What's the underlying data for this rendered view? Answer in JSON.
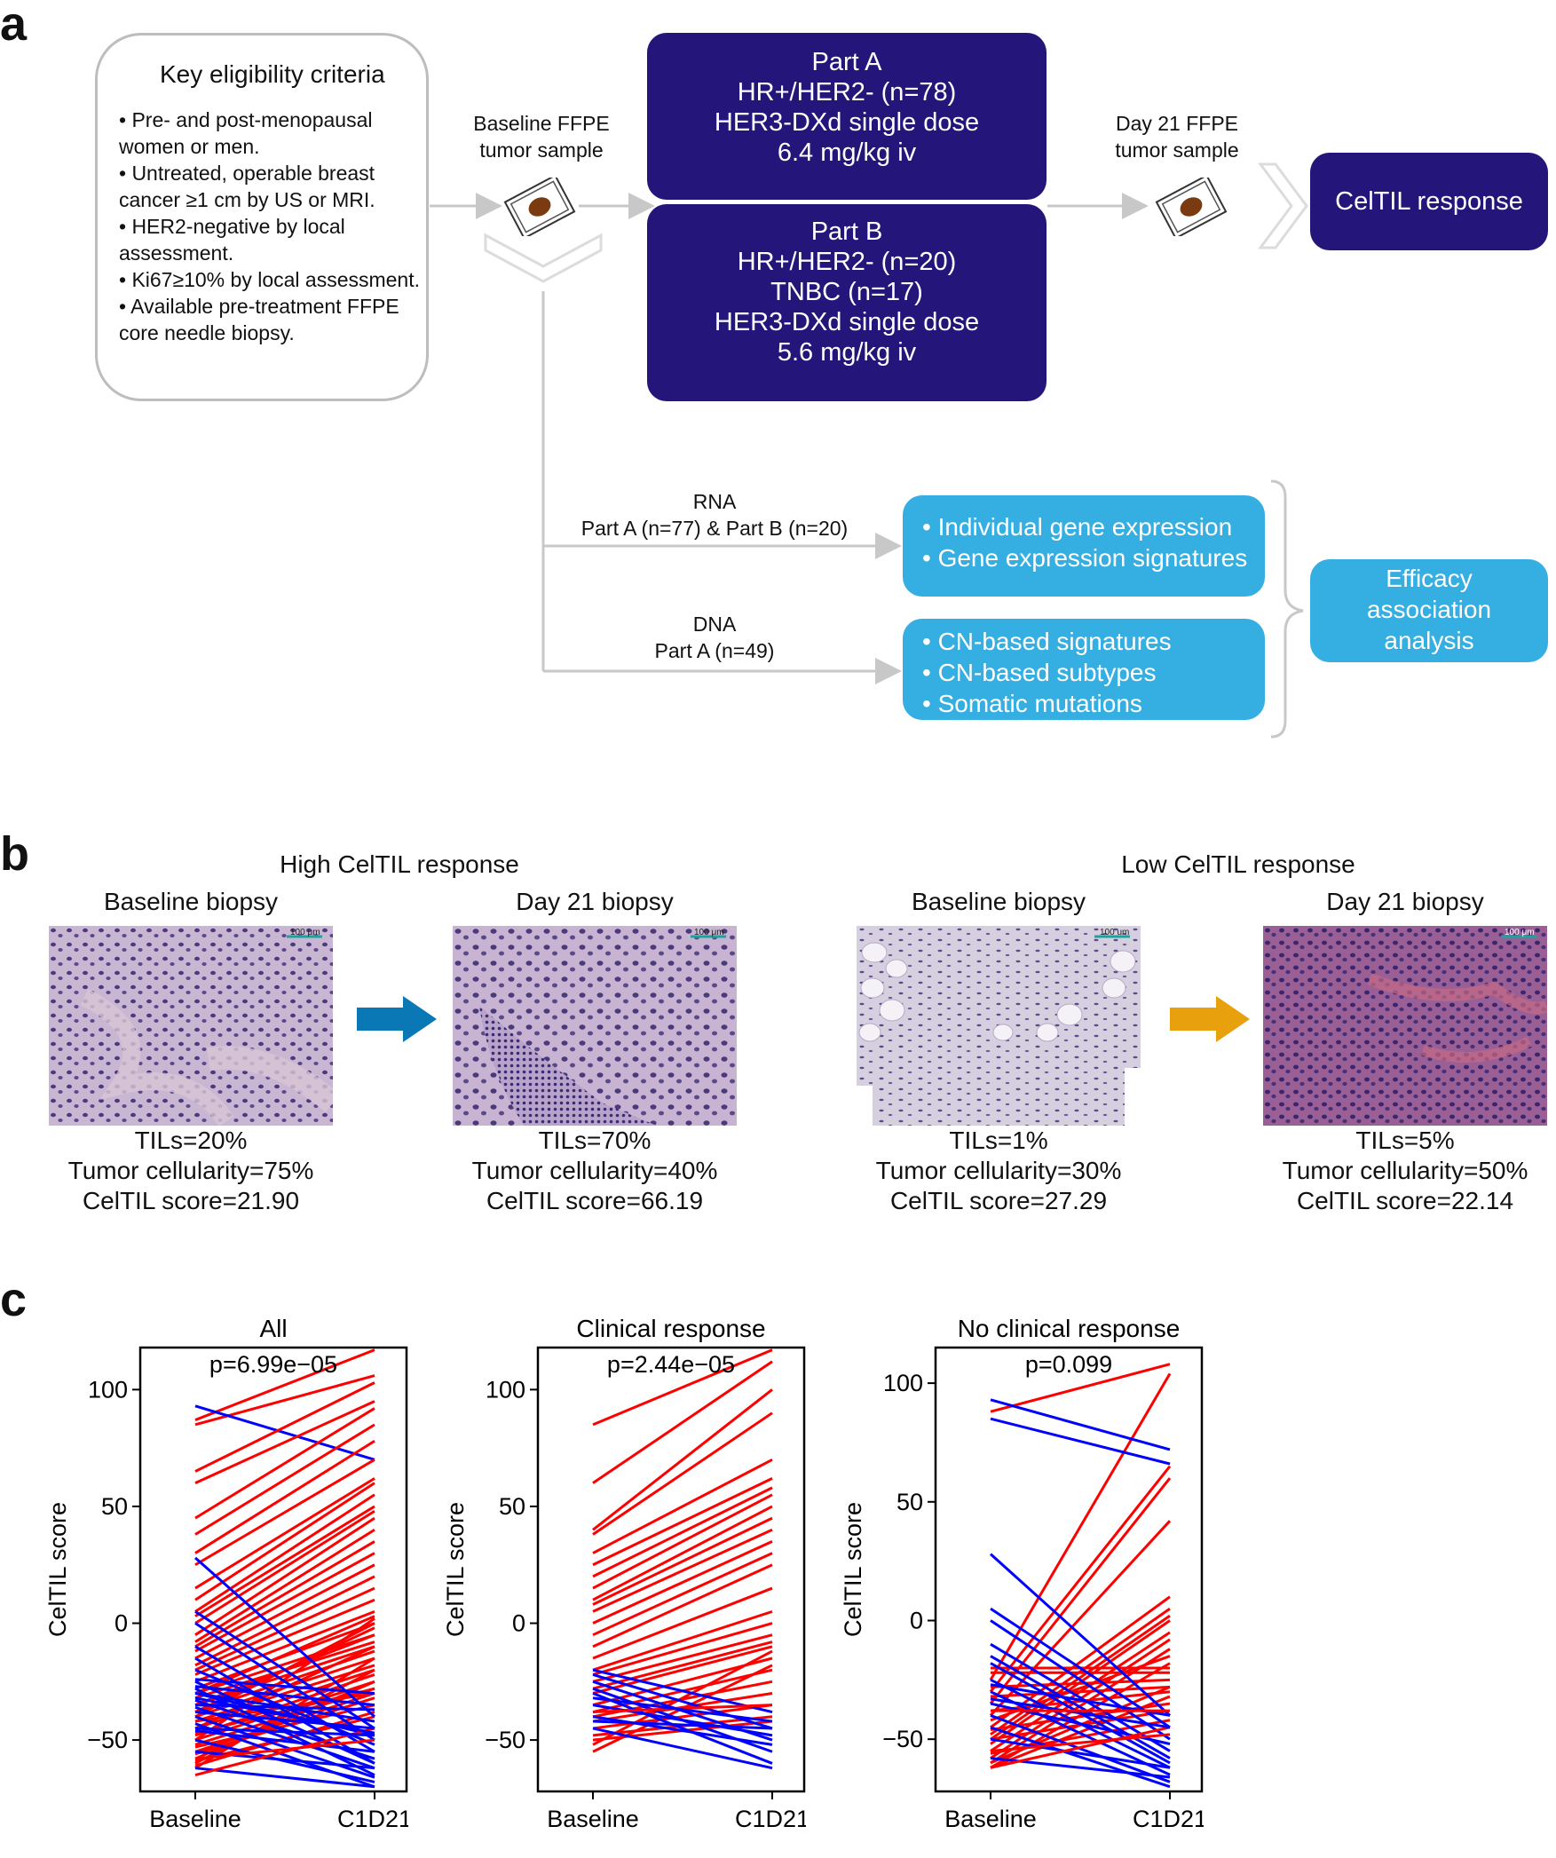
{
  "panel_labels": {
    "a": "a",
    "b": "b",
    "c": "c"
  },
  "panel_a": {
    "eligibility": {
      "title": "Key eligibility criteria",
      "items": [
        "• Pre- and post-menopausal women or men.",
        "• Untreated, operable breast cancer ≥1 cm by US or MRI.",
        "• HER2-negative by local assessment.",
        "• Ki67≥10% by local assessment.",
        "• Available pre-treatment FFPE core needle biopsy."
      ]
    },
    "baseline_sample": {
      "line1": "Baseline FFPE",
      "line2": "tumor sample"
    },
    "part_a": [
      "Part A",
      "HR+/HER2- (n=78)",
      "HER3-DXd single dose",
      "6.4 mg/kg iv"
    ],
    "part_b": [
      "Part B",
      "HR+/HER2- (n=20)",
      "TNBC (n=17)",
      "HER3-DXd single dose",
      "5.6 mg/kg iv"
    ],
    "day21_sample": {
      "line1": "Day 21 FFPE",
      "line2": "tumor sample"
    },
    "celtil_response": "CelTIL response",
    "rna": {
      "line1": "RNA",
      "line2": "Part A (n=77) & Part B (n=20)"
    },
    "dna": {
      "line1": "DNA",
      "line2": "Part A (n=49)"
    },
    "rna_box": [
      "• Individual gene expression",
      "• Gene expression signatures"
    ],
    "dna_box": [
      "• CN-based signatures",
      "• CN-based subtypes",
      "• Somatic mutations"
    ],
    "efficacy": [
      "Efficacy",
      "association",
      "analysis"
    ],
    "colors": {
      "navy": "#23157a",
      "light_blue": "#35aee2",
      "arrow_grey": "#c8c8c8"
    }
  },
  "panel_b": {
    "high": {
      "title": "High CelTIL response",
      "arrow_color": "#0a78b5",
      "baseline": {
        "label": "Baseline biopsy",
        "scale": "100 μm",
        "tils": "TILs=20%",
        "cellularity": "Tumor cellularity=75%",
        "score": "CelTIL score=21.90"
      },
      "day21": {
        "label": "Day 21 biopsy",
        "scale": "100 μm",
        "tils": "TILs=70%",
        "cellularity": "Tumor cellularity=40%",
        "score": "CelTIL score=66.19"
      }
    },
    "low": {
      "title": "Low CelTIL response",
      "arrow_color": "#e8a10d",
      "baseline": {
        "label": "Baseline biopsy",
        "scale": "100 um",
        "tils": "TILs=1%",
        "cellularity": "Tumor cellularity=30%",
        "score": "CelTIL score=27.29"
      },
      "day21": {
        "label": "Day 21 biopsy",
        "scale": "100 μm",
        "tils": "TILs=5%",
        "cellularity": "Tumor cellularity=50%",
        "score": "CelTIL score=22.14"
      }
    }
  },
  "chart_data": [
    {
      "type": "line",
      "title": "All",
      "annotation": "p=6.99e−05",
      "ylabel": "CelTIL score",
      "categories": [
        "Baseline",
        "C1D21"
      ],
      "ylim": [
        -72,
        118
      ],
      "yticks": [
        -50,
        0,
        50,
        100
      ],
      "colors": {
        "increase": "#ff0000",
        "decrease": "#0000ff"
      },
      "pairs": [
        [
          87,
          117
        ],
        [
          85,
          106
        ],
        [
          93,
          70
        ],
        [
          65,
          103
        ],
        [
          60,
          95
        ],
        [
          45,
          92
        ],
        [
          38,
          85
        ],
        [
          30,
          78
        ],
        [
          25,
          70
        ],
        [
          15,
          62
        ],
        [
          10,
          60
        ],
        [
          5,
          55
        ],
        [
          3,
          50
        ],
        [
          0,
          48
        ],
        [
          -5,
          45
        ],
        [
          -8,
          40
        ],
        [
          -10,
          35
        ],
        [
          -12,
          30
        ],
        [
          -15,
          25
        ],
        [
          -18,
          20
        ],
        [
          -20,
          15
        ],
        [
          -22,
          10
        ],
        [
          -25,
          5
        ],
        [
          -28,
          0
        ],
        [
          -30,
          -5
        ],
        [
          -32,
          -8
        ],
        [
          -35,
          -10
        ],
        [
          -38,
          -12
        ],
        [
          -40,
          -15
        ],
        [
          -42,
          -18
        ],
        [
          -45,
          -20
        ],
        [
          -48,
          -22
        ],
        [
          -50,
          -25
        ],
        [
          -52,
          -28
        ],
        [
          -55,
          -30
        ],
        [
          -58,
          -25
        ],
        [
          -60,
          -20
        ],
        [
          -62,
          -15
        ],
        [
          -35,
          -5
        ],
        [
          -40,
          0
        ],
        [
          -45,
          -10
        ],
        [
          -50,
          2
        ],
        [
          -30,
          3
        ],
        [
          -38,
          -2
        ],
        [
          -42,
          -30
        ],
        [
          -47,
          -28
        ],
        [
          -53,
          -35
        ],
        [
          -56,
          -32
        ],
        [
          -59,
          -40
        ],
        [
          -61,
          -38
        ],
        [
          28,
          -40
        ],
        [
          5,
          -45
        ],
        [
          0,
          -50
        ],
        [
          -10,
          -55
        ],
        [
          -15,
          -60
        ],
        [
          -20,
          -52
        ],
        [
          -25,
          -60
        ],
        [
          -28,
          -65
        ],
        [
          -30,
          -48
        ],
        [
          -33,
          -58
        ],
        [
          -36,
          -62
        ],
        [
          -40,
          -66
        ],
        [
          -43,
          -70
        ],
        [
          -46,
          -55
        ],
        [
          -50,
          -68
        ],
        [
          -55,
          -62
        ],
        [
          -58,
          -50
        ],
        [
          -62,
          -70
        ],
        [
          -65,
          -45
        ],
        [
          -27,
          -35
        ],
        [
          -24,
          -30
        ],
        [
          -35,
          -37
        ],
        [
          -30,
          -42
        ],
        [
          -45,
          -48
        ],
        [
          -38,
          -45
        ],
        [
          -32,
          -47
        ]
      ]
    },
    {
      "type": "line",
      "title": "Clinical response",
      "annotation": "p=2.44e−05",
      "ylabel": "CelTIL score",
      "categories": [
        "Baseline",
        "C1D21"
      ],
      "ylim": [
        -72,
        118
      ],
      "yticks": [
        -50,
        0,
        50,
        100
      ],
      "colors": {
        "increase": "#ff0000",
        "decrease": "#0000ff"
      },
      "pairs": [
        [
          85,
          117
        ],
        [
          60,
          112
        ],
        [
          40,
          100
        ],
        [
          38,
          90
        ],
        [
          30,
          70
        ],
        [
          25,
          62
        ],
        [
          20,
          58
        ],
        [
          15,
          55
        ],
        [
          10,
          50
        ],
        [
          8,
          45
        ],
        [
          5,
          40
        ],
        [
          0,
          35
        ],
        [
          -5,
          30
        ],
        [
          -10,
          25
        ],
        [
          -15,
          15
        ],
        [
          -20,
          5
        ],
        [
          -22,
          0
        ],
        [
          -25,
          -5
        ],
        [
          -28,
          -8
        ],
        [
          -30,
          -10
        ],
        [
          -35,
          -15
        ],
        [
          -38,
          -20
        ],
        [
          -40,
          -25
        ],
        [
          -42,
          -30
        ],
        [
          -45,
          -35
        ],
        [
          -48,
          -40
        ],
        [
          -50,
          -42
        ],
        [
          -52,
          -12
        ],
        [
          -55,
          -18
        ],
        [
          -20,
          -38
        ],
        [
          -22,
          -45
        ],
        [
          -25,
          -50
        ],
        [
          -28,
          -55
        ],
        [
          -30,
          -60
        ],
        [
          -35,
          -48
        ],
        [
          -40,
          -52
        ],
        [
          -45,
          -62
        ],
        [
          -38,
          -35
        ],
        [
          -32,
          -42
        ],
        [
          -42,
          -45
        ]
      ]
    },
    {
      "type": "line",
      "title": "No clinical response",
      "annotation": "p=0.099",
      "ylabel": "CelTIL score",
      "categories": [
        "Baseline",
        "C1D21"
      ],
      "ylim": [
        -72,
        115
      ],
      "yticks": [
        -50,
        0,
        50,
        100
      ],
      "colors": {
        "increase": "#ff0000",
        "decrease": "#0000ff"
      },
      "pairs": [
        [
          88,
          108
        ],
        [
          -25,
          104
        ],
        [
          -30,
          65
        ],
        [
          -35,
          60
        ],
        [
          -40,
          42
        ],
        [
          -45,
          10
        ],
        [
          -48,
          5
        ],
        [
          -50,
          2
        ],
        [
          -52,
          0
        ],
        [
          -55,
          -5
        ],
        [
          -58,
          -8
        ],
        [
          -60,
          -12
        ],
        [
          -62,
          -18
        ],
        [
          -20,
          -20
        ],
        [
          -22,
          -22
        ],
        [
          -28,
          -25
        ],
        [
          -32,
          -28
        ],
        [
          -38,
          -30
        ],
        [
          -42,
          -15
        ],
        [
          -46,
          -35
        ],
        [
          -50,
          -38
        ],
        [
          -56,
          -42
        ],
        [
          -60,
          -28
        ],
        [
          -62,
          -32
        ],
        [
          93,
          72
        ],
        [
          85,
          66
        ],
        [
          28,
          -40
        ],
        [
          5,
          -45
        ],
        [
          0,
          -50
        ],
        [
          -10,
          -55
        ],
        [
          -15,
          -58
        ],
        [
          -18,
          -60
        ],
        [
          -25,
          -62
        ],
        [
          -30,
          -65
        ],
        [
          -35,
          -52
        ],
        [
          -40,
          -68
        ],
        [
          -45,
          -70
        ],
        [
          -50,
          -62
        ],
        [
          -55,
          -48
        ],
        [
          -58,
          -66
        ],
        [
          -62,
          -45
        ],
        [
          -27,
          -40
        ],
        [
          -33,
          -45
        ],
        [
          -38,
          -38
        ]
      ]
    }
  ]
}
